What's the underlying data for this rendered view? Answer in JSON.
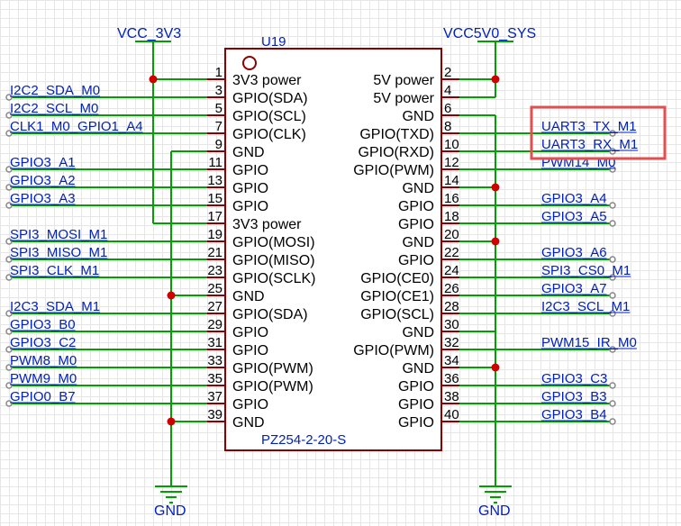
{
  "component": {
    "ref": "U19",
    "part": "PZ254-2-20-S",
    "pins": [
      {
        "num": "1",
        "name": "3V3 power"
      },
      {
        "num": "2",
        "name": "5V power"
      },
      {
        "num": "3",
        "name": "GPIO(SDA)"
      },
      {
        "num": "4",
        "name": "5V power"
      },
      {
        "num": "5",
        "name": "GPIO(SCL)"
      },
      {
        "num": "6",
        "name": "GND"
      },
      {
        "num": "7",
        "name": "GPIO(CLK)"
      },
      {
        "num": "8",
        "name": "GPIO(TXD)"
      },
      {
        "num": "9",
        "name": "GND"
      },
      {
        "num": "10",
        "name": "GPIO(RXD)"
      },
      {
        "num": "11",
        "name": "GPIO"
      },
      {
        "num": "12",
        "name": "GPIO(PWM)"
      },
      {
        "num": "13",
        "name": "GPIO"
      },
      {
        "num": "14",
        "name": "GND"
      },
      {
        "num": "15",
        "name": "GPIO"
      },
      {
        "num": "16",
        "name": "GPIO"
      },
      {
        "num": "17",
        "name": "3V3 power"
      },
      {
        "num": "18",
        "name": "GPIO"
      },
      {
        "num": "19",
        "name": "GPIO(MOSI)"
      },
      {
        "num": "20",
        "name": "GND"
      },
      {
        "num": "21",
        "name": "GPIO(MISO)"
      },
      {
        "num": "22",
        "name": "GPIO"
      },
      {
        "num": "23",
        "name": "GPIO(SCLK)"
      },
      {
        "num": "24",
        "name": "GPIO(CE0)"
      },
      {
        "num": "25",
        "name": "GND"
      },
      {
        "num": "26",
        "name": "GPIO(CE1)"
      },
      {
        "num": "27",
        "name": "GPIO(SDA)"
      },
      {
        "num": "28",
        "name": "GPIO(SCL)"
      },
      {
        "num": "29",
        "name": "GPIO"
      },
      {
        "num": "30",
        "name": "GND"
      },
      {
        "num": "31",
        "name": "GPIO"
      },
      {
        "num": "32",
        "name": "GPIO(PWM)"
      },
      {
        "num": "33",
        "name": "GPIO(PWM)"
      },
      {
        "num": "34",
        "name": "GND"
      },
      {
        "num": "35",
        "name": "GPIO(PWM)"
      },
      {
        "num": "36",
        "name": "GPIO"
      },
      {
        "num": "37",
        "name": "GPIO"
      },
      {
        "num": "38",
        "name": "GPIO"
      },
      {
        "num": "39",
        "name": "GND"
      },
      {
        "num": "40",
        "name": "GPIO"
      }
    ]
  },
  "power": {
    "left": "VCC_3V3",
    "right": "VCC5V0_SYS",
    "gnd_left": "GND",
    "gnd_right": "GND"
  },
  "left_nets": [
    {
      "pin": "3",
      "label": "I2C2_SDA_M0"
    },
    {
      "pin": "5",
      "label": "I2C2_SCL_M0"
    },
    {
      "pin": "7",
      "label": "CLK1_M0_GPIO1_A4"
    },
    {
      "pin": "11",
      "label": "GPIO3_A1"
    },
    {
      "pin": "13",
      "label": "GPIO3_A2"
    },
    {
      "pin": "15",
      "label": "GPIO3_A3"
    },
    {
      "pin": "19",
      "label": "SPI3_MOSI_M1"
    },
    {
      "pin": "21",
      "label": "SPI3_MISO_M1"
    },
    {
      "pin": "23",
      "label": "SPI3_CLK_M1"
    },
    {
      "pin": "27",
      "label": "I2C3_SDA_M1"
    },
    {
      "pin": "29",
      "label": "GPIO3_B0"
    },
    {
      "pin": "31",
      "label": "GPIO3_C2"
    },
    {
      "pin": "33",
      "label": "PWM8_M0"
    },
    {
      "pin": "35",
      "label": "PWM9_M0"
    },
    {
      "pin": "37",
      "label": "GPIO0_B7"
    }
  ],
  "right_nets": [
    {
      "pin": "8",
      "label": "UART3_TX_M1"
    },
    {
      "pin": "10",
      "label": "UART3_RX_M1"
    },
    {
      "pin": "12",
      "label": "PWM14_M0"
    },
    {
      "pin": "16",
      "label": "GPIO3_A4"
    },
    {
      "pin": "18",
      "label": "GPIO3_A5"
    },
    {
      "pin": "22",
      "label": "GPIO3_A6"
    },
    {
      "pin": "24",
      "label": "SPI3_CS0_M1"
    },
    {
      "pin": "26",
      "label": "GPIO3_A7"
    },
    {
      "pin": "28",
      "label": "I2C3_SCL_M1"
    },
    {
      "pin": "32",
      "label": "PWM15_IR_M0"
    },
    {
      "pin": "36",
      "label": "GPIO3_C3"
    },
    {
      "pin": "38",
      "label": "GPIO3_B3"
    },
    {
      "pin": "40",
      "label": "GPIO3_B4"
    }
  ],
  "highlight_pins": [
    "8",
    "10"
  ],
  "colors": {
    "wire": "#00a000",
    "net_label": "#0020c0",
    "body": "#8b0000",
    "junction": "#d00000",
    "highlight": "#e05050"
  }
}
